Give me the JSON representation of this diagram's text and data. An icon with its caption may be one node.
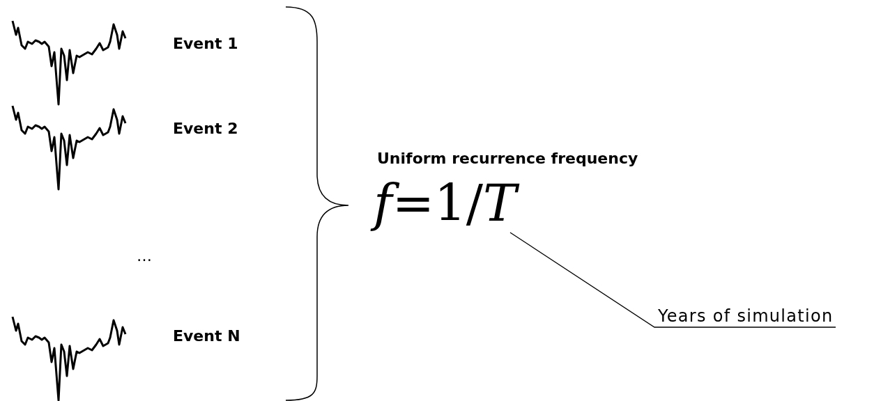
{
  "diagram": {
    "nodes": [
      {
        "text": [
          "Years of simulation"
        ]
      },
      {
        "text": [
          "*f*=1/*T*"
        ]
      }
    ],
    "edges": [
      {
        "from": 0,
        "to": 1,
        "arrow": "none"
      }
    ],
    "labels": [
      "Event 1",
      "Event 2",
      "…",
      "Event N",
      "Uniform recurrence frequency"
    ]
  }
}
